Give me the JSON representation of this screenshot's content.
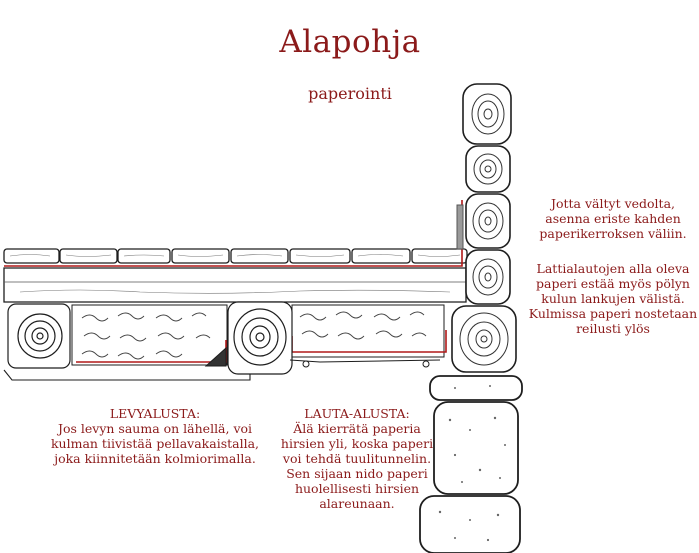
{
  "title": "Alapohja",
  "subtitle": "paperointi",
  "notes": {
    "right_top": "Jotta vältyt vedolta, asenna eriste kahden paperikerroksen väliin.",
    "right_bottom": "Lattialautojen alla oleva paperi estää myös pölyn kulun lankujen välistä. Kulmissa paperi nostetaan reilusti ylös",
    "levyalusta_heading": "LEVYALUSTA:",
    "levyalusta_body": "Jos levyn sauma on lähellä, voi kulman tiivistää pellavakaistalla, joka kiinnitetään kolmiorimalla.",
    "lauta_heading": "LAUTA-ALUSTA:",
    "lauta_body": "Älä kierrätä paperia hirsien yli, koska paperi voi tehdä tuulitunnelin. Sen sijaan nido paperi huolellisesti hirsien alareunaan."
  },
  "colors": {
    "text": "#8b1a1a",
    "paper_line": "#b01818",
    "ink": "#1e1e1e"
  }
}
